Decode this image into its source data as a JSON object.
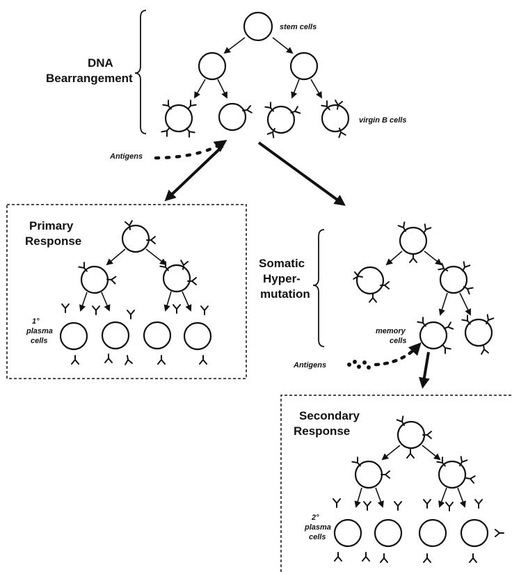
{
  "labels": {
    "stem_cells": "stem cells",
    "dna_line1": "DNA",
    "dna_line2": "Bearrangement",
    "virgin_b_cells": "virgin B cells",
    "antigens_top": "Antigens",
    "primary_line1": "Primary",
    "primary_line2": "Response",
    "plasma1_line1": "1°",
    "plasma1_line2": "plasma",
    "plasma1_line3": "cells",
    "somatic_line1": "Somatic",
    "somatic_line2": "Hyper-",
    "somatic_line3": "mutation",
    "memory_line1": "memory",
    "memory_line2": "cells",
    "antigens_bottom": "Antigens",
    "secondary_line1": "Secondary",
    "secondary_line2": "Response",
    "plasma2_line1": "2°",
    "plasma2_line2": "plasma",
    "plasma2_line3": "cells"
  }
}
